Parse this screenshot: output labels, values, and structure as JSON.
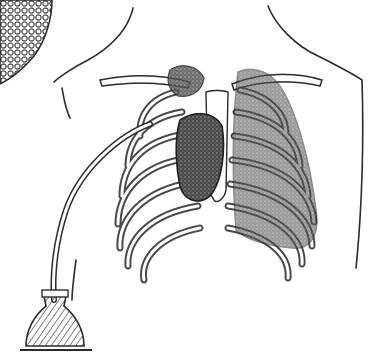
{
  "figure": {
    "subject": "chest-drain",
    "parts": [
      "torso-outline",
      "rib-cage",
      "collapsed-right-lung",
      "left-lung",
      "drain-tube",
      "collection-bottle",
      "corner-inset"
    ]
  },
  "colors": {
    "ink": "#2a2a2a",
    "shade": "#555555",
    "paper": "#ffffff",
    "dark-fill": "#3a3a3a"
  }
}
